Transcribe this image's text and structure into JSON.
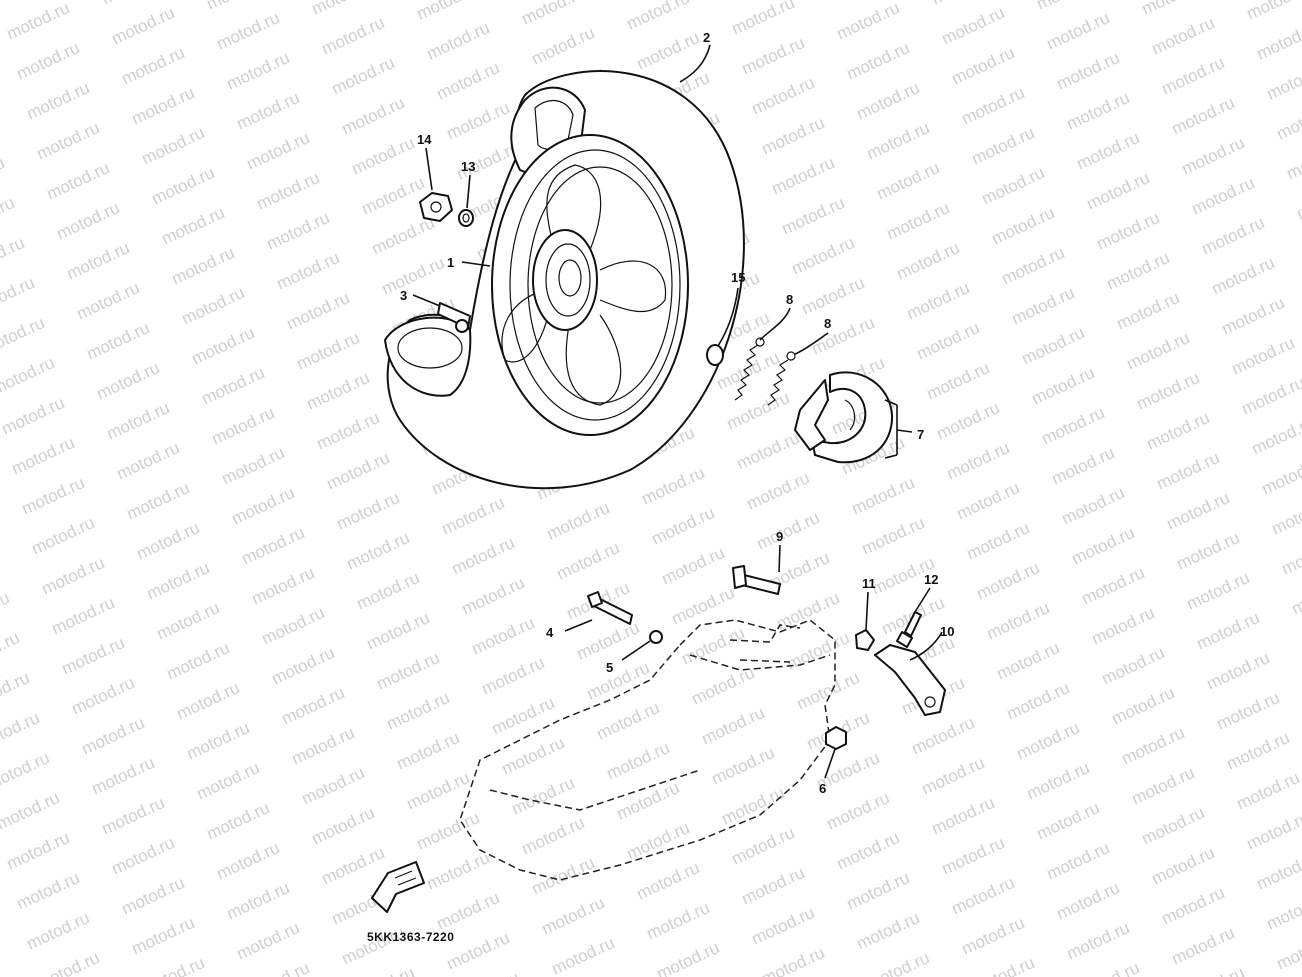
{
  "watermark": {
    "text": "motod.ru"
  },
  "callouts": [
    {
      "id": "1",
      "label": "1"
    },
    {
      "id": "2",
      "label": "2"
    },
    {
      "id": "3",
      "label": "3"
    },
    {
      "id": "4",
      "label": "4"
    },
    {
      "id": "5",
      "label": "5"
    },
    {
      "id": "6",
      "label": "6"
    },
    {
      "id": "7",
      "label": "7"
    },
    {
      "id": "8a",
      "label": "8"
    },
    {
      "id": "8b",
      "label": "8"
    },
    {
      "id": "9",
      "label": "9"
    },
    {
      "id": "10",
      "label": "10"
    },
    {
      "id": "11",
      "label": "11"
    },
    {
      "id": "12",
      "label": "12"
    },
    {
      "id": "13",
      "label": "13"
    },
    {
      "id": "14",
      "label": "14"
    },
    {
      "id": "15",
      "label": "15"
    }
  ],
  "diagram_code": "5KK1363-7220"
}
